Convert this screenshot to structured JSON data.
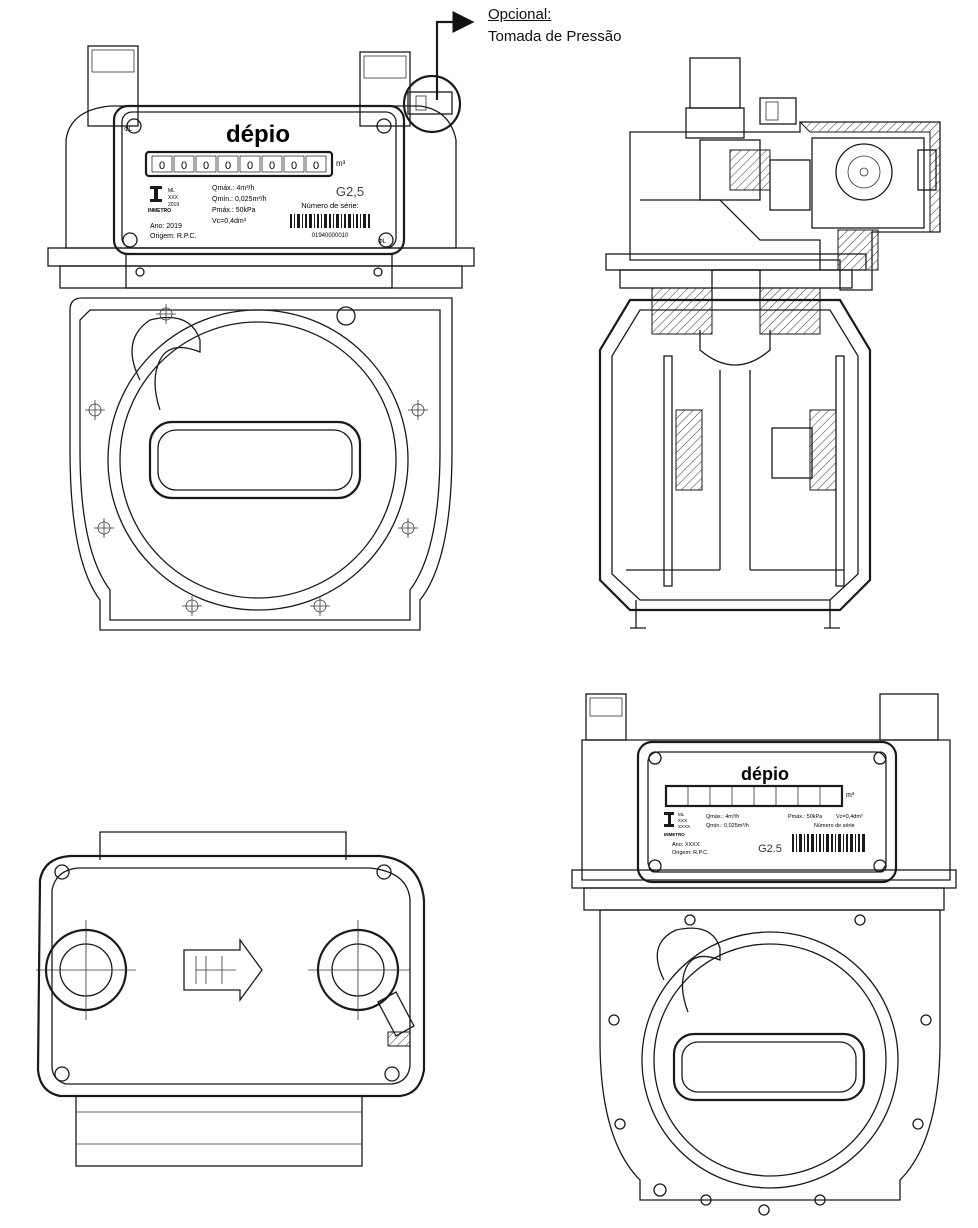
{
  "callout": {
    "title": "Opcional:",
    "subtitle": "Tomada de Pressão"
  },
  "plate_top": {
    "brand": "dépio",
    "counter_unit": "m³",
    "counter_digits": [
      "0",
      "0",
      "0",
      "0",
      "0",
      "0",
      "0",
      "0"
    ],
    "model_class": "G2,5",
    "qmax": "Qmáx.: 4m³/h",
    "qmin": "Qmín.: 0,025m³/h",
    "pmax": "Pmáx.: 50kPa",
    "vc": "Vc=0,4dm³",
    "serial_label": "Número de série:",
    "serial_number": "01940000010",
    "ml_label": "ML",
    "ml_code": "XXX",
    "ml_year": "2019",
    "certifier": "INMETRO",
    "year": "Ano: 2019",
    "origin": "Origem: R.P.C."
  },
  "plate_bottom": {
    "brand": "dépio",
    "counter_unit": "m³",
    "ml_label": "ML",
    "ml_code": "XXX",
    "ml_year": "XXXX",
    "certifier": "INMETRO",
    "qmax": "Qmáx.: 4m³/h",
    "qmin": "Qmín.: 0,025m³/h",
    "pmax": "Pmáx.: 50kPa",
    "vc": "Vc=0,4dm³",
    "serial_label": "Número de série",
    "year": "Ano: XXXX",
    "origin": "Origem: R.P.C.",
    "model_class": "G2.5"
  },
  "connector_labels": {
    "top_left_nut": "ΦL",
    "top_right_nut": "ΦL"
  }
}
